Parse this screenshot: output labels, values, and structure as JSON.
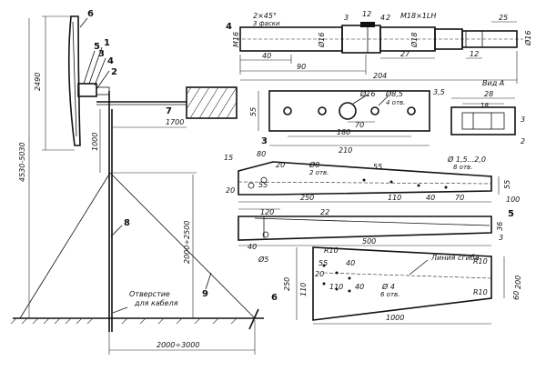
{
  "labels": {
    "tower": {
      "h_blade": "2490",
      "h_total": "4530-5030",
      "h_tail": "1000",
      "h_guy": "2000÷2500",
      "base": "2000÷3000",
      "tail_len": "1700",
      "hole_note_1": "Отверстие",
      "hole_note_2": "для кабеля",
      "n1": "1",
      "n2": "2",
      "n3": "3",
      "n4": "4",
      "n5": "5",
      "n6": "6",
      "n7": "7",
      "n8": "8",
      "n9": "9"
    },
    "shaft": {
      "num": "4",
      "chamfer": "2×45°",
      "chamfer2": "3 фаски",
      "m16": "M16",
      "d16a": "Ø16",
      "d18": "Ø18",
      "d16b": "Ø16",
      "thread": "M18×1LH",
      "w3": "3",
      "w12": "12",
      "w4": "4",
      "w2": "2",
      "w25": "25",
      "l40": "40",
      "l27": "27",
      "l12": "12",
      "l90": "90",
      "l204": "204"
    },
    "plate": {
      "num": "3",
      "t35": "3,5",
      "h55": "55",
      "d16": "Ø16",
      "d85": "Ø8,5",
      "holes": "4 отв.",
      "w70": "70",
      "w180": "180",
      "w210": "210"
    },
    "viewA": {
      "title": "Вид А",
      "w28": "28",
      "w18": "18",
      "t3": "3",
      "t2": "2"
    },
    "blade": {
      "num": "5",
      "w15": "15",
      "w80": "80",
      "a20": "20",
      "h20": "20",
      "h55": "55",
      "d8": "Ø8",
      "holes2": "2 отв.",
      "w55": "55",
      "d15": "Ø 1,5...2,0",
      "holes8": "8 отв.",
      "l250": "250",
      "l110": "110",
      "l40": "40",
      "l70": "70",
      "l100": "100",
      "h55b": "55",
      "w120": "120",
      "w22": "22",
      "w40": "40",
      "d5": "Ø5",
      "l500": "500",
      "h36": "36",
      "h3": "3"
    },
    "vane": {
      "num": "6",
      "r10a": "R10",
      "r10b": "R10",
      "r10c": "R10",
      "bend": "Линия сгиба",
      "h250": "250",
      "h110": "110",
      "h55": "55",
      "w40": "40",
      "w20": "20",
      "w110": "110",
      "w40b": "40",
      "d4": "Ø 4",
      "holes6": "6 отв.",
      "h200": "200",
      "h60": "60",
      "l1000": "1000"
    }
  }
}
